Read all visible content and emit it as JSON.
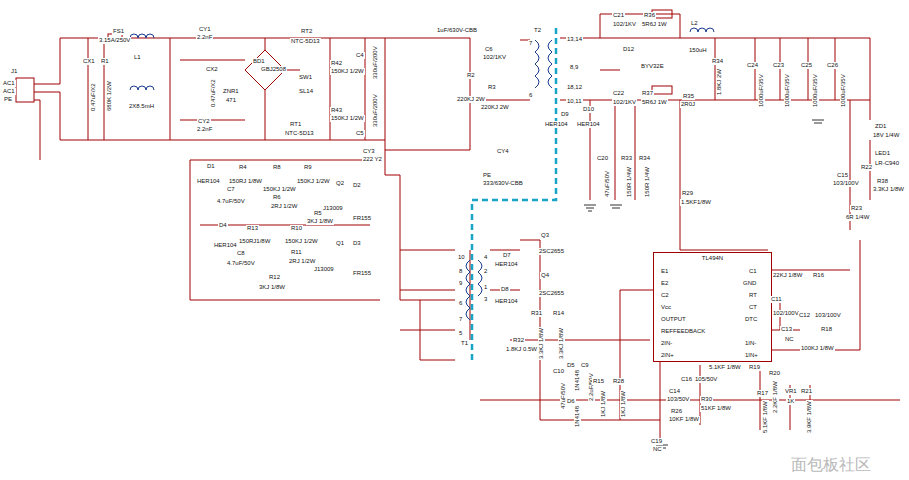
{
  "diagram": {
    "nodes": [
      {
        "text": [
          "TL494N"
        ]
      }
    ],
    "labels": [
      "FS1",
      "3.15A/250V",
      "J1",
      "AC1",
      "AC1",
      "PE",
      "CX1",
      "0.47uF/X2",
      "R1",
      "680K 1/2W",
      "L1",
      "2X8.5mH",
      "CY1",
      "2.2nF",
      "CY2",
      "2.2nF",
      "CX2",
      "0.47uF/X2",
      "ZNR1",
      "471",
      "BD1",
      "GBJ2508",
      "RT2",
      "NTC-5D13",
      "SW1",
      "SL14",
      "R42",
      "150KJ 1/2W",
      "R43",
      "150KJ 1/2W",
      "C4",
      "330uF/200V",
      "C5",
      "330uF/200V",
      "RT1",
      "NTC-5D13",
      "CY3",
      "222 Y2",
      "1uF/630V-CBB",
      "C6",
      "102/1KV",
      "R2",
      "220KJ 2W",
      "R3",
      "220KJ 2W",
      "T2",
      "7",
      "6",
      "13,14",
      "8,9",
      "18,12",
      "10,11",
      "C21",
      "102/1KV",
      "R36",
      "5R6J 1W",
      "D12",
      "BYV32E",
      "C22",
      "102/1KV",
      "R37",
      "5R6J 1W",
      "D10",
      "D9",
      "HER104",
      "HER104",
      "L2",
      "150uH",
      "R34",
      "1.8KJ 2W",
      "C24",
      "1000uF/35V",
      "C23",
      "1000uF/35V",
      "C25",
      "1000uF/35V",
      "C26",
      "1000uF/35V",
      "R35",
      "2R0J",
      "ZD1",
      "18V 1/4W",
      "LED1",
      "LR-C940",
      "C15",
      "103/100V",
      "R22",
      "R38",
      "3.3KJ 1/8W",
      "R23",
      "6R 1/4W",
      "C20",
      "47uF/50V",
      "R33",
      "150R 1/4W",
      "R34",
      "150R 1/4W",
      "R29",
      "1.5KF1/8W",
      "CY4",
      "PE",
      "333/630V-CBB",
      "D1",
      "HER104",
      "R4",
      "150RJ 1/8W",
      "R8",
      "150KJ 1/2W",
      "R9",
      "150KJ 1/2W",
      "C7",
      "4.7uF/50V",
      "R6",
      "2RJ 1/2W",
      "Q2",
      "J13009",
      "D2",
      "FR155",
      "R5",
      "3KJ 1/8W",
      "D4",
      "HER104",
      "R13",
      "150RJ1/8W",
      "R10",
      "150KJ 1/2W",
      "C8",
      "4.7uF/50V",
      "R11",
      "2RJ 1/2W",
      "Q1",
      "J13009",
      "D3",
      "FR155",
      "R12",
      "3KJ 1/8W",
      "T1",
      "10",
      "8",
      "9",
      "6",
      "7",
      "5",
      "4",
      "2",
      "1",
      "3",
      "D7",
      "HER104",
      "D8",
      "HER104",
      "Q3",
      "2SC2655",
      "Q4",
      "2SC2655",
      "R31",
      "3.3KJ 1/8W",
      "R14",
      "3.3KJ 1/8W",
      "R32",
      "1.8KJ 0.5W",
      "C10",
      "47uF/50V",
      "D5",
      "1N4148",
      "D6",
      "1N4148",
      "C9",
      "2.2uF/50V",
      "R15",
      "1KJ 1/8W",
      "R28",
      "1KJ 1/8W",
      "E1",
      "E2",
      "C2",
      "Vcc",
      "OUTPUT",
      "REFFEEDBACK",
      "2IN-",
      "2IN+",
      "C1",
      "GND",
      "RT",
      "CT",
      "DTC",
      "1IN-",
      "1IN+",
      "22KJ 1/8W",
      "R16",
      "C11",
      "102/100V",
      "C12",
      "103/100V",
      "C13",
      "NC",
      "R18",
      "100KJ 1/8W",
      "R19",
      "5.1KF 1/8W",
      "C16",
      "105/50V",
      "R20",
      "2.2KF 1/8W",
      "R17",
      "5.1KF 1/8W",
      "VR1",
      "1K",
      "R21",
      "3.9KF 1/8W",
      "C14",
      "103/50V",
      "R26",
      "10KF 1/8W",
      "R30",
      "51KF 1/8W",
      "C19",
      "NC",
      "面包板社区"
    ]
  }
}
